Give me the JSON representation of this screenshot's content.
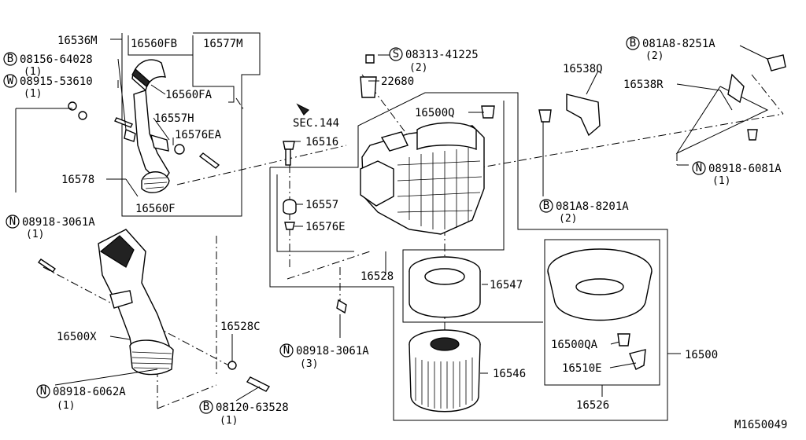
{
  "labels": {
    "p16536M": "16536M",
    "p16560FB": "16560FB",
    "p16577M": "16577M",
    "p16560FA": "16560FA",
    "p16557H": "16557H",
    "p16576EA": "16576EA",
    "p16578": "16578",
    "p16560F": "16560F",
    "p16500X": "16500X",
    "p16528C": "16528C",
    "p22680": "22680",
    "p16500Q": "16500Q",
    "sec144": "SEC.144",
    "p16516": "16516",
    "p16557": "16557",
    "p16576E": "16576E",
    "p16528": "16528",
    "p16547": "16547",
    "p16546": "16546",
    "p16538Q": "16538Q",
    "p16538R": "16538R",
    "p16500": "16500",
    "p16500QA": "16500QA",
    "p16510E": "16510E",
    "p16526": "16526",
    "diagram_id": "M1650049"
  },
  "fasteners": {
    "b08156": {
      "symbol": "B",
      "number": "08156-64028",
      "qty": "(1)"
    },
    "w08915": {
      "symbol": "W",
      "number": "08915-53610",
      "qty": "(1)"
    },
    "n08918_3061A_left": {
      "symbol": "N",
      "number": "08918-3061A",
      "qty": "(1)"
    },
    "n08918_6062A": {
      "symbol": "N",
      "number": "08918-6062A",
      "qty": "(1)"
    },
    "b08120": {
      "symbol": "B",
      "number": "08120-63528",
      "qty": "(1)"
    },
    "s08313": {
      "symbol": "S",
      "number": "08313-41225",
      "qty": "(2)"
    },
    "n08918_3061A_mid": {
      "symbol": "N",
      "number": "08918-3061A",
      "qty": "(3)"
    },
    "b081A8_8251A": {
      "symbol": "B",
      "number": "081A8-8251A",
      "qty": "(2)"
    },
    "n08918_6081A": {
      "symbol": "N",
      "number": "08918-6081A",
      "qty": "(1)"
    },
    "b081A8_8201A": {
      "symbol": "B",
      "number": "081A8-8201A",
      "qty": "(2)"
    }
  }
}
